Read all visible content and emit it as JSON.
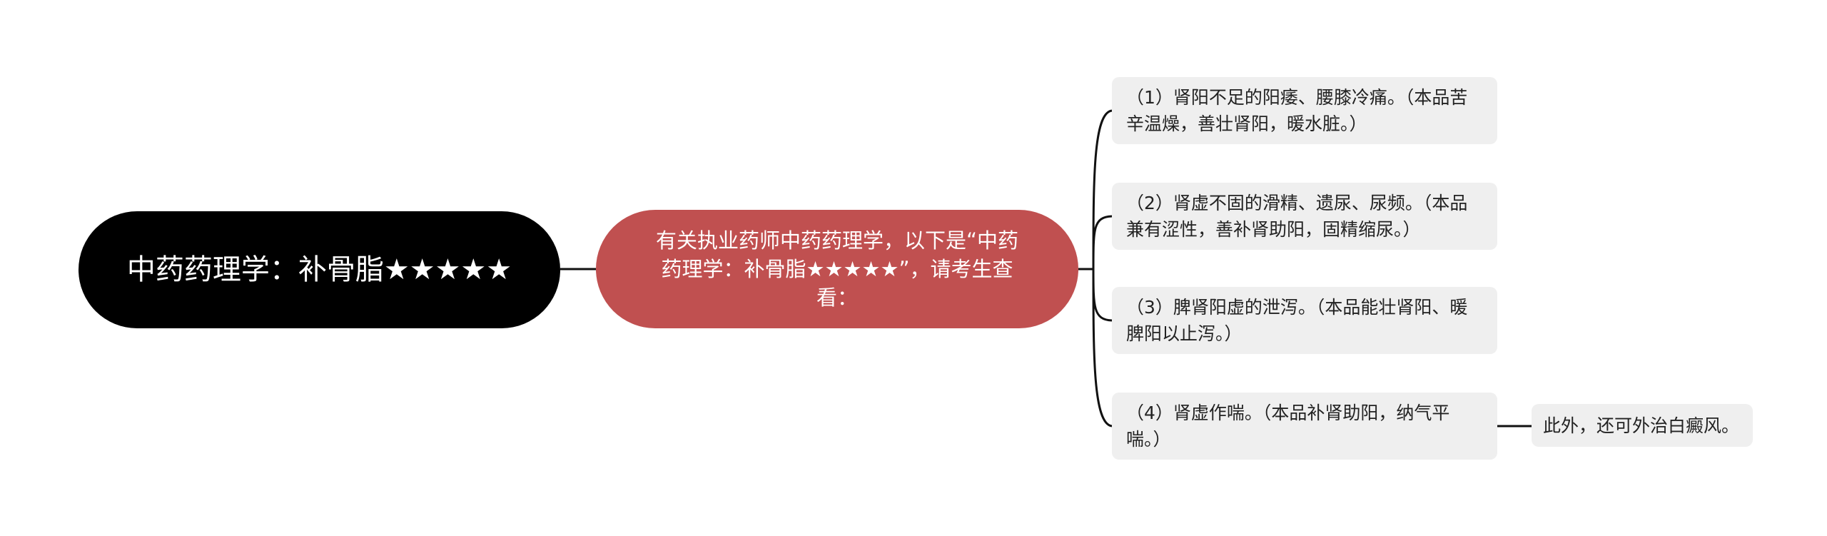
{
  "root": {
    "title": "中药药理学：补骨脂★★★★★"
  },
  "center": {
    "text": "有关执业药师中药药理学，以下是“中药药理学：补骨脂★★★★★”，请考生查看："
  },
  "items": [
    {
      "text": "（1）肾阳不足的阳痿、腰膝冷痛。（本品苦辛温燥，善壮肾阳，暖水脏。）"
    },
    {
      "text": "（2）肾虚不固的滑精、遗尿、尿频。（本品兼有涩性，善补肾助阳，固精缩尿。）"
    },
    {
      "text": "（3）脾肾阳虚的泄泻。（本品能壮肾阳、暖脾阳以止泻。）"
    },
    {
      "text": "（4）肾虚作喘。（本品补肾助阳，纳气平喘。）"
    }
  ],
  "sub": {
    "text": "此外，还可外治白癜风。"
  },
  "colors": {
    "root_bg": "#000000",
    "center_bg": "#c05050",
    "leaf_bg": "#efefef",
    "line": "#111111"
  }
}
